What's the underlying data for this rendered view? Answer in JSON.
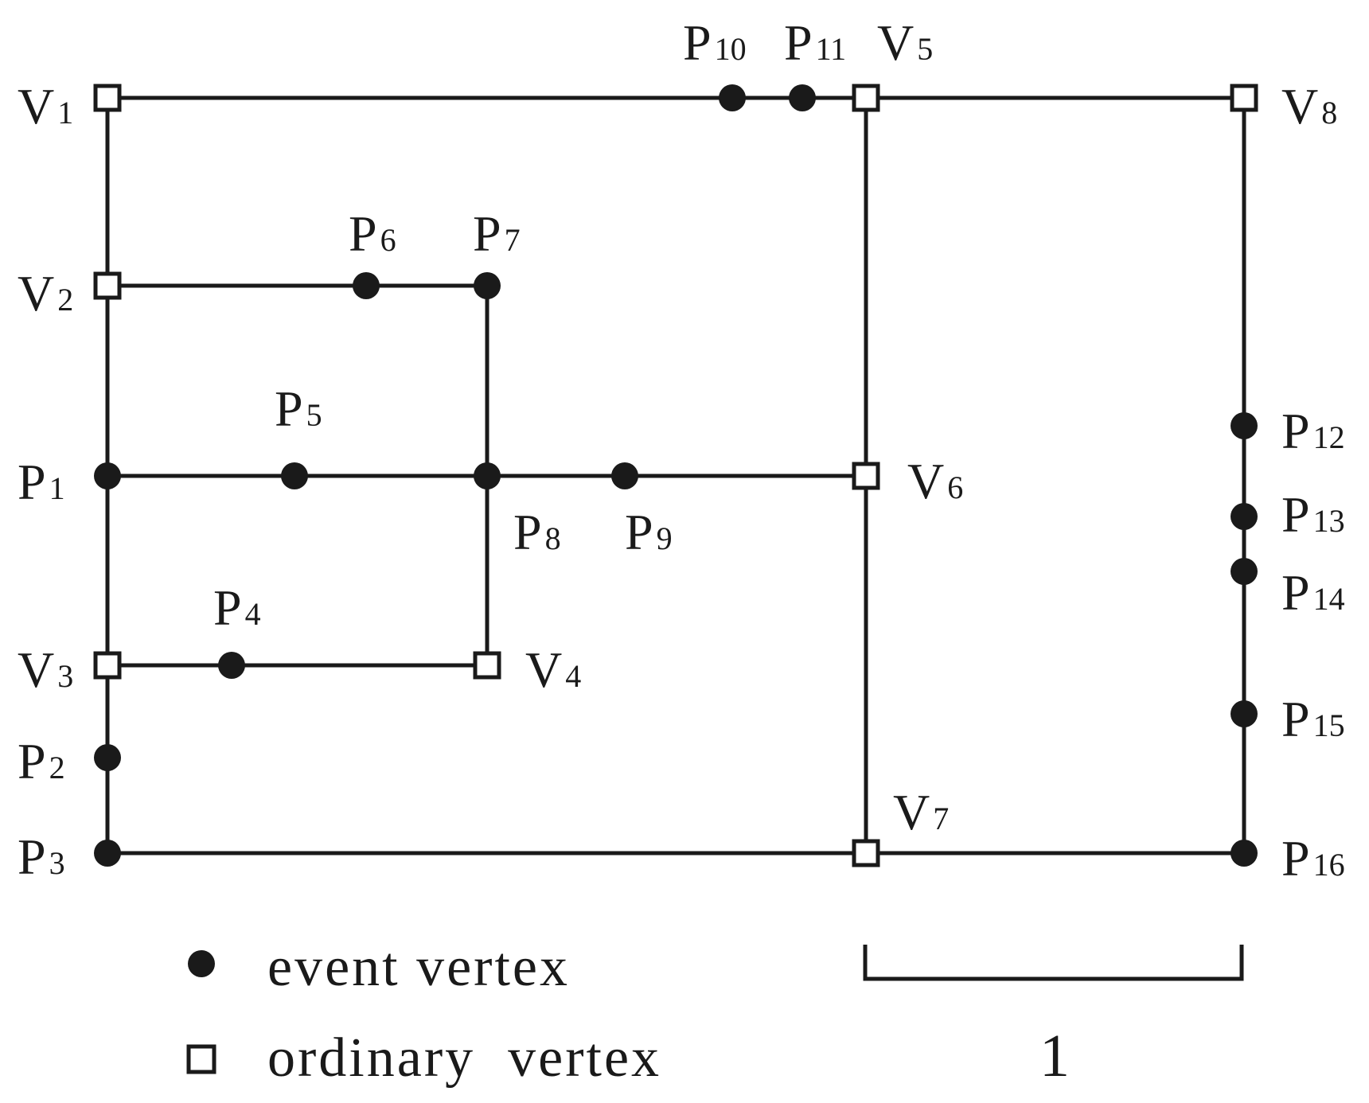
{
  "colors": {
    "ink": "#1a1a1a",
    "background": "#ffffff"
  },
  "vertices": {
    "V1": {
      "base": "V",
      "sub": "1",
      "type": "ordinary"
    },
    "V2": {
      "base": "V",
      "sub": "2",
      "type": "ordinary"
    },
    "V3": {
      "base": "V",
      "sub": "3",
      "type": "ordinary"
    },
    "V4": {
      "base": "V",
      "sub": "4",
      "type": "ordinary"
    },
    "V5": {
      "base": "V",
      "sub": "5",
      "type": "ordinary"
    },
    "V6": {
      "base": "V",
      "sub": "6",
      "type": "ordinary"
    },
    "V7": {
      "base": "V",
      "sub": "7",
      "type": "ordinary"
    },
    "V8": {
      "base": "V",
      "sub": "8",
      "type": "ordinary"
    },
    "P1": {
      "base": "P",
      "sub": "1",
      "type": "event"
    },
    "P2": {
      "base": "P",
      "sub": "2",
      "type": "event"
    },
    "P3": {
      "base": "P",
      "sub": "3",
      "type": "event"
    },
    "P4": {
      "base": "P",
      "sub": "4",
      "type": "event"
    },
    "P5": {
      "base": "P",
      "sub": "5",
      "type": "event"
    },
    "P6": {
      "base": "P",
      "sub": "6",
      "type": "event"
    },
    "P7": {
      "base": "P",
      "sub": "7",
      "type": "event"
    },
    "P8": {
      "base": "P",
      "sub": "8",
      "type": "event"
    },
    "P9": {
      "base": "P",
      "sub": "9",
      "type": "event"
    },
    "P10": {
      "base": "P",
      "sub": "10",
      "type": "event"
    },
    "P11": {
      "base": "P",
      "sub": "11",
      "type": "event"
    },
    "P12": {
      "base": "P",
      "sub": "12",
      "type": "event"
    },
    "P13": {
      "base": "P",
      "sub": "13",
      "type": "event"
    },
    "P14": {
      "base": "P",
      "sub": "14",
      "type": "event"
    },
    "P15": {
      "base": "P",
      "sub": "15",
      "type": "event"
    },
    "P16": {
      "base": "P",
      "sub": "16",
      "type": "event"
    }
  },
  "edges": [
    [
      "V1",
      "P10"
    ],
    [
      "P10",
      "P11"
    ],
    [
      "P11",
      "V5"
    ],
    [
      "V5",
      "V8"
    ],
    [
      "V1",
      "V2"
    ],
    [
      "V2",
      "P1"
    ],
    [
      "P1",
      "V3"
    ],
    [
      "V3",
      "P2"
    ],
    [
      "P2",
      "P3"
    ],
    [
      "V2",
      "P6"
    ],
    [
      "P6",
      "P7"
    ],
    [
      "P7",
      "P8"
    ],
    [
      "P8",
      "V4"
    ],
    [
      "P1",
      "P5"
    ],
    [
      "P5",
      "P8"
    ],
    [
      "P8",
      "P9"
    ],
    [
      "P9",
      "V6"
    ],
    [
      "V3",
      "P4"
    ],
    [
      "P4",
      "V4"
    ],
    [
      "V5",
      "V6"
    ],
    [
      "V6",
      "V7"
    ],
    [
      "P3",
      "V7"
    ],
    [
      "V7",
      "P16"
    ],
    [
      "V8",
      "P12"
    ],
    [
      "P12",
      "P13"
    ],
    [
      "P13",
      "P14"
    ],
    [
      "P14",
      "P15"
    ],
    [
      "P15",
      "P16"
    ]
  ],
  "legend": {
    "event": "event vertex",
    "ordinary": "ordinary  vertex"
  },
  "scale_bar": {
    "label": "1"
  }
}
